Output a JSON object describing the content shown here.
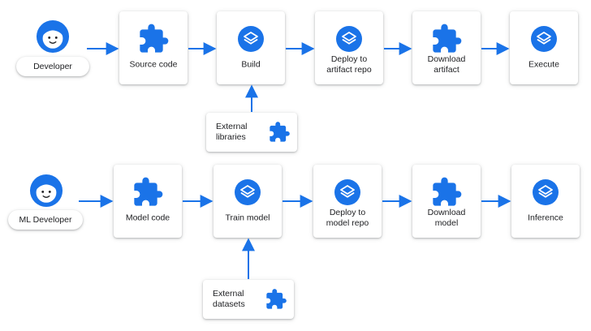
{
  "colors": {
    "blue": "#1a73e8",
    "line": "#1a73e8",
    "skin": "#ffffff",
    "text": "#202124"
  },
  "rows": [
    {
      "actor": {
        "label": "Developer",
        "icon": "developer-avatar-icon"
      },
      "nodes": [
        {
          "label": "Source code",
          "icon": "puzzle-icon"
        },
        {
          "label": "Build",
          "icon": "layers-icon"
        },
        {
          "label": "Deploy to\nartifact repo",
          "icon": "layers-icon"
        },
        {
          "label": "Download\nartifact",
          "icon": "puzzle-icon"
        },
        {
          "label": "Execute",
          "icon": "layers-icon"
        }
      ],
      "external": {
        "label": "External\nlibraries",
        "icon": "puzzle-icon"
      }
    },
    {
      "actor": {
        "label": "ML Developer",
        "icon": "ml-developer-avatar-icon"
      },
      "nodes": [
        {
          "label": "Model code",
          "icon": "puzzle-icon"
        },
        {
          "label": "Train model",
          "icon": "layers-icon"
        },
        {
          "label": "Deploy to\nmodel repo",
          "icon": "layers-icon"
        },
        {
          "label": "Download\nmodel",
          "icon": "puzzle-icon"
        },
        {
          "label": "Inference",
          "icon": "layers-icon"
        }
      ],
      "external": {
        "label": "External\ndatasets",
        "icon": "puzzle-icon"
      }
    }
  ]
}
